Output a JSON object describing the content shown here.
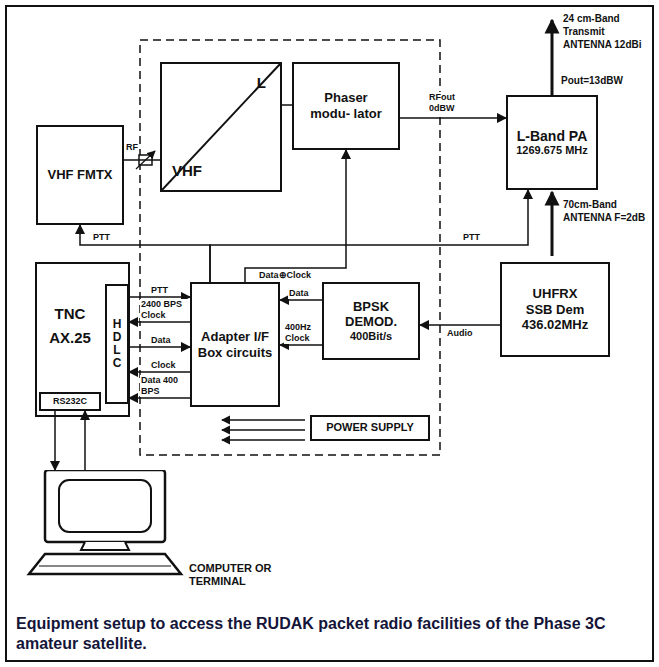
{
  "diagram": {
    "caption": "Equipment setup to access the RUDAK packet radio facilities of the Phase 3C amateur satellite.",
    "nodes": [
      {
        "text": [
          "VHF FMTX"
        ]
      },
      {
        "text": [
          "L",
          "VHF"
        ]
      },
      {
        "text": [
          "Phaser modu- lator"
        ]
      },
      {
        "text": [
          "L-Band PA",
          "1269.675 MHz"
        ]
      },
      {
        "text": [
          "TNC AX.25"
        ]
      },
      {
        "text": [
          "HDLC"
        ],
        "in": 4
      },
      {
        "text": [
          "RS232C"
        ],
        "in": 4
      },
      {
        "text": [
          "Adapter I/F Box circuits"
        ]
      },
      {
        "text": [
          "BPSK DEMOD.",
          "400Bit/s"
        ]
      },
      {
        "text": [
          "UHFRX",
          "SSB Dem",
          "436.02MHz"
        ]
      },
      {
        "text": [
          "POWER SUPPLY"
        ]
      },
      {
        "text": [
          "COMPUTER OR TERMINAL"
        ]
      }
    ],
    "edges": [
      {
        "from": 0,
        "to": 1,
        "arrow": "none",
        "label": "RF"
      },
      {
        "from": 1,
        "to": 2,
        "arrow": "none"
      },
      {
        "from": 2,
        "to": 3,
        "arrow": "to",
        "label": "RFout 0dBW"
      },
      {
        "from": 7,
        "to": 0,
        "arrow": "to",
        "label": "PTT"
      },
      {
        "from": 7,
        "to": 3,
        "arrow": "to",
        "label": "PTT"
      },
      {
        "from": 7,
        "to": 2,
        "arrow": "to",
        "label": "Data⊕Clock"
      },
      {
        "from": 5,
        "to": 7,
        "arrow": "to",
        "label": "PTT"
      },
      {
        "from": 7,
        "to": 5,
        "arrow": "to",
        "label": "2400 BPS Clock"
      },
      {
        "from": 5,
        "to": 7,
        "arrow": "to",
        "label": "Data"
      },
      {
        "from": 7,
        "to": 5,
        "arrow": "to",
        "label": "Clock"
      },
      {
        "from": 7,
        "to": 5,
        "arrow": "to",
        "label": "Data 400 BPS"
      },
      {
        "from": 8,
        "to": 7,
        "arrow": "to",
        "label": "Data"
      },
      {
        "from": 8,
        "to": 7,
        "arrow": "to",
        "label": "400Hz Clock"
      },
      {
        "from": 9,
        "to": 8,
        "arrow": "to",
        "label": "Audio"
      },
      {
        "from": 6,
        "to": 11,
        "arrow": "to"
      },
      {
        "from": 11,
        "to": 6,
        "arrow": "to"
      }
    ],
    "labels": [
      "24 cm-Band Transmit ANTENNA 12dBi",
      "Pout=13dBW",
      "70cm-Band ANTENNA F=2dB"
    ]
  }
}
